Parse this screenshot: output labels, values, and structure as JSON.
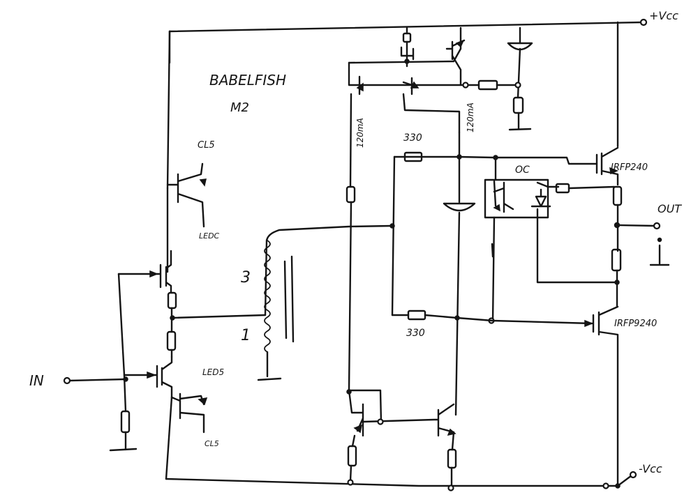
{
  "title": "BABELFISH",
  "subtitle": "M2",
  "power": {
    "positive": "+Vcc",
    "negative": "-Vcc"
  },
  "io": {
    "input": "IN",
    "output": "OUT"
  },
  "transistor_labels": {
    "q_top_left": "CL5",
    "q_top_left_b": "LEDC",
    "q_low_left": "LED5",
    "q_low_left_b": "CL5"
  },
  "current_labels": {
    "left_source": "120mA",
    "mid_source": "120mA"
  },
  "resistor_labels": {
    "gate_top": "330",
    "gate_bottom": "330"
  },
  "mosfet_labels": {
    "upper": "IRFP240",
    "lower": "IRFP9240"
  },
  "protection_label": "OC",
  "transformer_taps": {
    "tap_top": "3",
    "tap_bottom": "1"
  },
  "ground_symbol": "i",
  "colors": {
    "ink": "#151515",
    "paper": "#ffffff"
  }
}
